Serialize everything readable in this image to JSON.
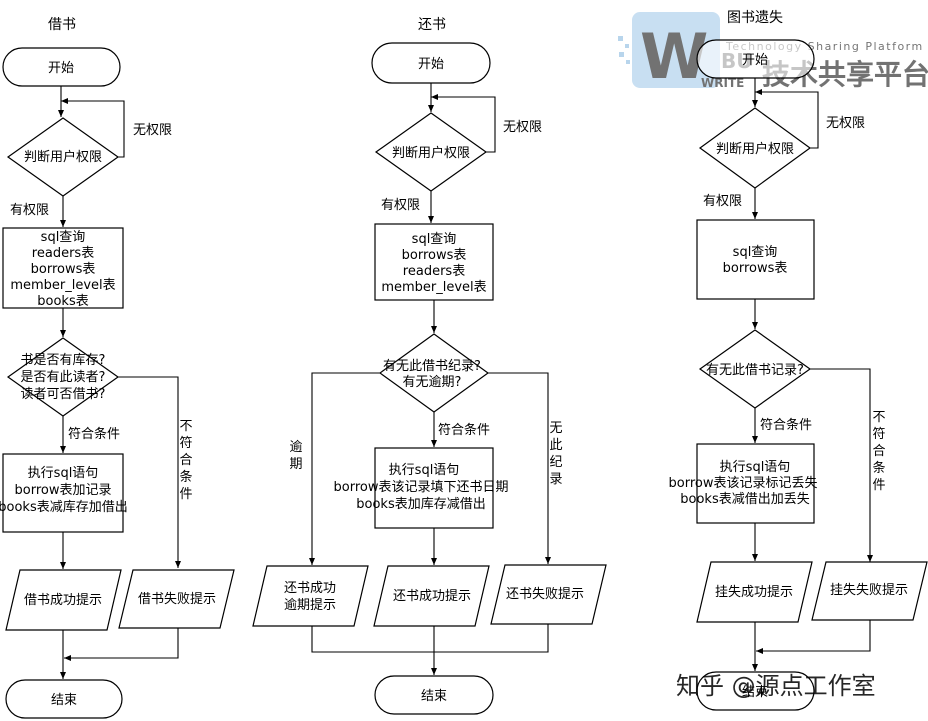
{
  "titles": {
    "borrow": "借书",
    "return": "还书",
    "lost": "图书遗失"
  },
  "borrow": {
    "start": "开始",
    "decision_perm": "判断用户权限",
    "no_perm": "无权限",
    "has_perm": "有权限",
    "query": [
      "sql查询",
      "readers表",
      "borrows表",
      "member_level表",
      "books表"
    ],
    "decision": [
      "书是否有库存?",
      "是否有此读者?",
      "读者可否借书?"
    ],
    "ok": "符合条件",
    "fail_vertical": [
      "不",
      "符",
      "合",
      "条",
      "件"
    ],
    "exec": [
      "执行sql语句",
      "borrow表加记录",
      "books表减库存加借出"
    ],
    "success": "借书成功提示",
    "failure": "借书失败提示",
    "end": "结束"
  },
  "return": {
    "start": "开始",
    "decision_perm": "判断用户权限",
    "no_perm": "无权限",
    "has_perm": "有权限",
    "query": [
      "sql查询",
      "borrows表",
      "readers表",
      "member_level表"
    ],
    "decision": [
      "有无此借书纪录?",
      "有无逾期?"
    ],
    "ok": "符合条件",
    "overdue_vertical": [
      "逾",
      "期"
    ],
    "none_vertical": [
      "无",
      "此",
      "纪",
      "录"
    ],
    "exec": [
      "执行sql语句",
      "borrow表该记录填下还书日期",
      "books表加库存减借出"
    ],
    "overdue_box": [
      "还书成功",
      "逾期提示"
    ],
    "success": "还书成功提示",
    "failure": "还书失败提示",
    "end": "结束"
  },
  "lost": {
    "start": "开始",
    "decision_perm": "判断用户权限",
    "no_perm": "无权限",
    "has_perm": "有权限",
    "query": [
      "sql查询",
      "borrows表"
    ],
    "decision": "有无此借书记录?",
    "ok": "符合条件",
    "fail_vertical": [
      "不",
      "符",
      "合",
      "条",
      "件"
    ],
    "exec": [
      "执行sql语句",
      "borrow表该记录标记丢失",
      "books表减借出加丢失"
    ],
    "success": "挂失成功提示",
    "failure": "挂失失败提示",
    "end": "结束"
  },
  "watermark": {
    "tagline": "Technology Sharing Platform",
    "brand": "技术共享平台",
    "logo_small": "BU",
    "logo_write": "WRITE",
    "footer": "知乎 @源点工作室"
  }
}
